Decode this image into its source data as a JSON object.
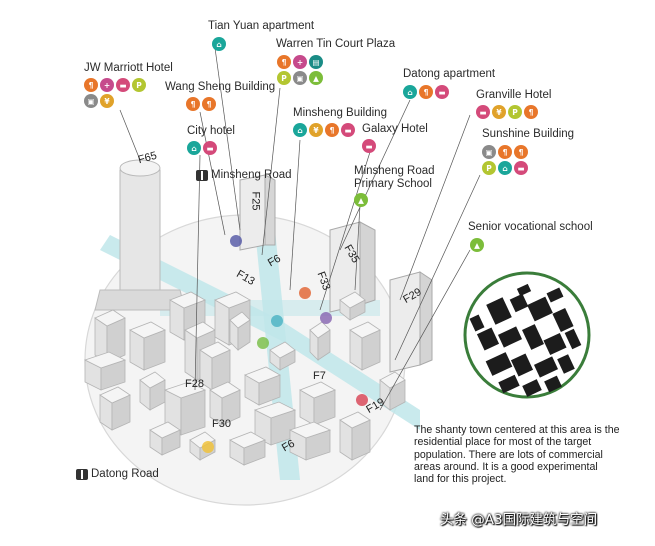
{
  "labels": {
    "tian_yuan": "Tian Yuan apartment",
    "warren_tin": "Warren Tin Court Plaza",
    "jw_marriott": "JW Marriott Hotel",
    "wang_sheng": "Wang Sheng Building",
    "datong_apt": "Datong apartment",
    "granville": "Granville Hotel",
    "minsheng_bldg": "Minsheng Building",
    "galaxy": "Galaxy Hotel",
    "city_hotel": "City hotel",
    "sunshine": "Sunshine Building",
    "minsheng_school": "Minsheng Road\nPrimary School",
    "senior_school": "Senior vocational school"
  },
  "roads": {
    "minsheng_road": "Minsheng Road",
    "datong_road": "Datong Road"
  },
  "floors": [
    "F65",
    "F25",
    "F6",
    "F13",
    "F33",
    "F35",
    "F29",
    "F7",
    "F28",
    "F19",
    "F30",
    "F6"
  ],
  "description": "The shanty town centered at this area is the residential place for most of the target population. There are lots of commercial areas around. It is a good experimental land for this project.",
  "watermark": "头条 @A3国际建筑与空间",
  "icon_colors": {
    "apartment": "#1aa69a",
    "restaurant": "#e8762a",
    "hotel": "#d44a7a",
    "parking": "#b3c631",
    "shop": "#8a8a8a",
    "bank": "#e0a22a",
    "office": "#1a8c86",
    "school": "#7cbd3a",
    "hospital": "#c64a8c"
  },
  "colors": {
    "road": "#bfe6ea",
    "building": "#e4e4e4",
    "accent_blue": "#5b5ea8",
    "accent_orange": "#e2683a",
    "accent_purple": "#8b6bb4",
    "accent_red": "#d84a5a",
    "accent_green": "#7cc04c",
    "accent_teal": "#4fb4c4",
    "accent_yellow": "#f0c23c"
  }
}
